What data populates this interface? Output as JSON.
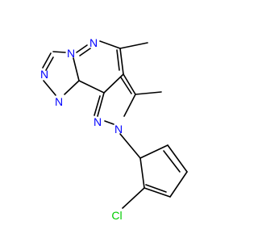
{
  "molecule": {
    "atoms": [
      {
        "symbol": "N",
        "color": "#0000ff"
      },
      {
        "symbol": "N",
        "color": "#0000ff"
      },
      {
        "symbol": "N",
        "color": "#0000ff"
      },
      {
        "symbol": "N",
        "color": "#0000ff"
      },
      {
        "symbol": "N",
        "color": "#0000ff"
      },
      {
        "symbol": "N",
        "color": "#0000ff"
      },
      {
        "symbol": "Cl",
        "color": "#00cc00"
      }
    ],
    "colors": {
      "nitrogen": "#0000ff",
      "chlorine": "#00cc00",
      "bond": "#000000",
      "background": "#ffffff"
    }
  }
}
